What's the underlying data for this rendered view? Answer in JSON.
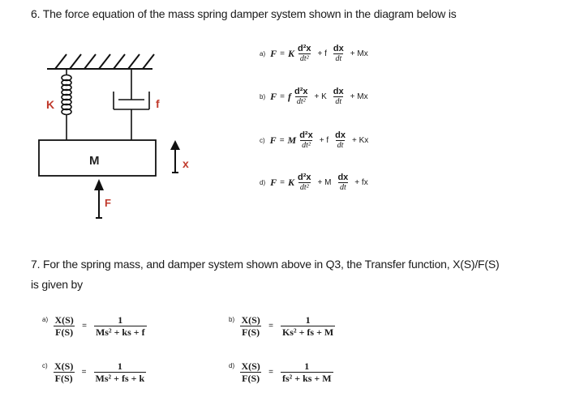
{
  "q6": {
    "text": "6. The force equation of the mass spring damper system shown in the diagram below is",
    "diagram": {
      "k": "K",
      "f": "f",
      "m": "M",
      "x": "x",
      "force": "F"
    },
    "options": [
      {
        "tag": "a)",
        "lhs": "F",
        "eq": "=",
        "c1": "K",
        "n1": "d²x",
        "d1": "dt²",
        "p1": "+ f",
        "n2": "dx",
        "d2": "dt",
        "p2": "+ Mx"
      },
      {
        "tag": "b)",
        "lhs": "F",
        "eq": "=",
        "c1": "f",
        "n1": "d²x",
        "d1": "dt²",
        "p1": "+ K",
        "n2": "dx",
        "d2": "dt",
        "p2": "+ Mx"
      },
      {
        "tag": "c)",
        "lhs": "F",
        "eq": "=",
        "c1": "M",
        "n1": "d²x",
        "d1": "dt²",
        "p1": "+ f",
        "n2": "dx",
        "d2": "dt",
        "p2": "+ Kx"
      },
      {
        "tag": "d)",
        "lhs": "F",
        "eq": "=",
        "c1": "K",
        "n1": "d²x",
        "d1": "dt²",
        "p1": "+ M",
        "n2": "dx",
        "d2": "dt",
        "p2": "+ fx"
      }
    ]
  },
  "q7": {
    "text_line1": "7. For the spring mass, and damper system shown above in Q3, the Transfer function, X(S)/F(S)",
    "text_line2": "is given by",
    "options": [
      {
        "tag": "a)",
        "lnum": "X(S)",
        "lden": "F(S)",
        "eq": "=",
        "rnum": "1",
        "rden": "Ms² + ks + f"
      },
      {
        "tag": "b)",
        "lnum": "X(S)",
        "lden": "F(S)",
        "eq": "=",
        "rnum": "1",
        "rden": "Ks² + fs + M"
      },
      {
        "tag": "c)",
        "lnum": "X(S)",
        "lden": "F(S)",
        "eq": "=",
        "rnum": "1",
        "rden": "Ms² + fs + k"
      },
      {
        "tag": "d)",
        "lnum": "X(S)",
        "lden": "F(S)",
        "eq": "=",
        "rnum": "1",
        "rden": "fs² + ks + M"
      }
    ]
  }
}
